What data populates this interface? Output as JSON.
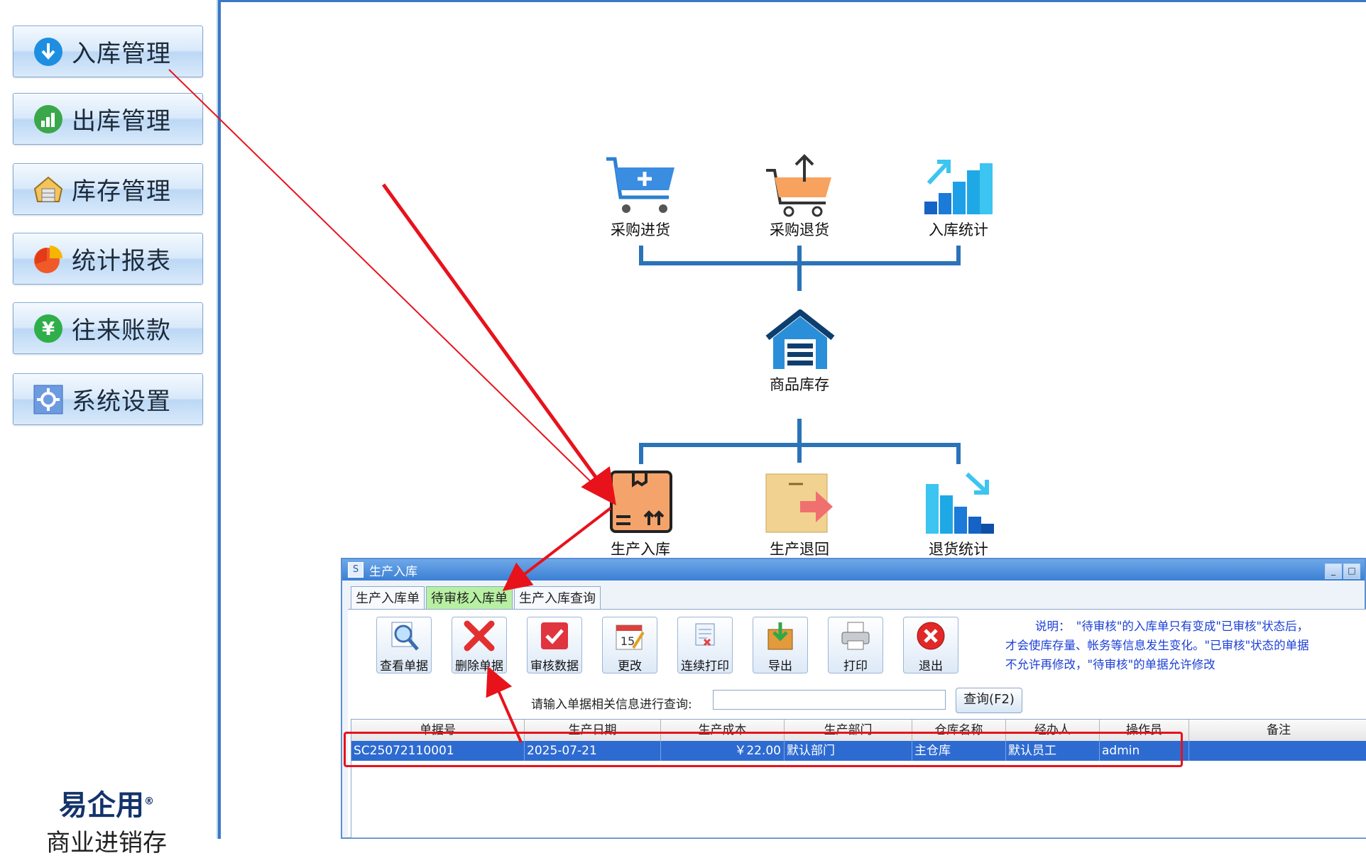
{
  "sidebar": {
    "items": [
      {
        "label": "入库管理",
        "icon": "download-icon"
      },
      {
        "label": "出库管理",
        "icon": "bar-chart-icon"
      },
      {
        "label": "库存管理",
        "icon": "warehouse-icon"
      },
      {
        "label": "统计报表",
        "icon": "pie-chart-icon"
      },
      {
        "label": "往来账款",
        "icon": "yen-icon"
      },
      {
        "label": "系统设置",
        "icon": "gear-icon"
      }
    ],
    "brand_name": "易企用",
    "brand_mark": "®",
    "brand_sub": "商业进销存"
  },
  "flow": {
    "top": [
      "采购进货",
      "采购退货",
      "入库统计"
    ],
    "center": "商品库存",
    "bottom": [
      "生产入库",
      "生产退回",
      "退货统计"
    ],
    "colors": {
      "line": "#2b73b8",
      "cart": "#3a8de0",
      "return_cart": "#f7a25e",
      "stats": "#1ea9e6",
      "box": "#f4a46a",
      "back": "#f2d291",
      "arrow": "#ff5e5e"
    }
  },
  "dialog": {
    "title": "生产入库",
    "tabs": [
      "生产入库单",
      "待审核入库单",
      "生产入库查询"
    ],
    "active_tab": 1,
    "toolbar": [
      "查看单据",
      "删除单据",
      "审核数据",
      "更改",
      "连续打印",
      "导出",
      "打印",
      "退出"
    ],
    "note": [
      "说明：　\"待审核\"的入库单只有变成\"已审核\"状态后，",
      "才会使库存量、帐务等信息发生变化。\"已审核\"状态的单据",
      "不允许再修改，\"待审核\"的单据允许修改"
    ],
    "search_label": "请输入单据相关信息进行查询:",
    "search_value": "",
    "query_button": "查询(F2)",
    "columns": [
      "单据号",
      "生产日期",
      "生产成本",
      "生产部门",
      "仓库名称",
      "经办人",
      "操作员",
      "备注"
    ],
    "rows": [
      [
        "SC25072110001",
        "2025-07-21",
        "￥22.00",
        "默认部门",
        "主仓库",
        "默认员工",
        "admin",
        ""
      ]
    ]
  },
  "accent": "#e8121b"
}
